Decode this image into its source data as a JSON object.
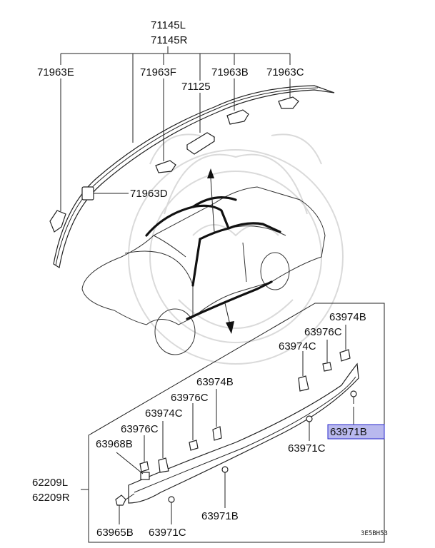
{
  "labels": {
    "group_top_1": "71145L",
    "group_top_2": "71145R",
    "clip_e": "71963E",
    "clip_f": "71963F",
    "clip_b": "71963B",
    "clip_c": "71963C",
    "part_71125": "71125",
    "clip_d": "71963D",
    "grom_b_1": "63974B",
    "clip_76c_1": "63976C",
    "grom_c_1": "63974C",
    "grom_b_2": "63974B",
    "clip_76c_2": "63976C",
    "grom_c_2": "63974C",
    "clip_76c_3": "63976C",
    "clip_68b": "63968B",
    "part_71b_selected": "63971B",
    "part_71c_right": "63971C",
    "group_bottom_1": "62209L",
    "group_bottom_2": "62209R",
    "bolt_65b": "63965B",
    "part_71c_bottom": "63971C",
    "part_71b_bottom": "63971B",
    "diagram_code": "3E5BH53"
  },
  "highlight_color": "#b9b9ee"
}
